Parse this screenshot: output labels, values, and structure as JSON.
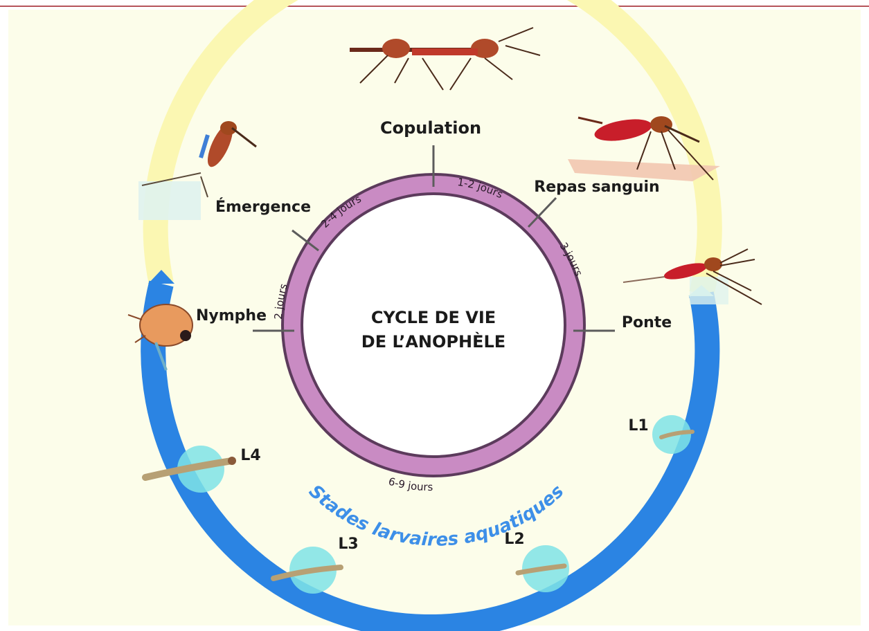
{
  "diagram": {
    "title_line1": "CYCLE DE VIE",
    "title_line2": "DE L’ANOPHÈLE",
    "stages": {
      "copulation": "Copulation",
      "repas_sanguin": "Repas sanguin",
      "ponte": "Ponte",
      "emergence": "Émergence",
      "nymphe": "Nymphe",
      "l1": "L1",
      "l2": "L2",
      "l3": "L3",
      "l4": "L4"
    },
    "durations": {
      "emergence_copulation": "2-4 jours",
      "copulation_repas": "1-2 jours",
      "repas_ponte": "3 jours",
      "ponte_nymphe": "6-9 jours",
      "nymphe_emergence": "2 jours"
    },
    "aquatic_label": "Stades larvaires aquatiques",
    "colors": {
      "background": "#fcfdea",
      "inner_ring": "#c98bc3",
      "aquatic_ring": "#2b84e3",
      "adult_ring": "#fbf7b2",
      "highlight": "#7fe3e6",
      "aquatic_text": "#3d8fe8",
      "top_rule": "#b6545a"
    },
    "icons": [
      "mosquito-icon",
      "larva-icon",
      "pupa-icon"
    ]
  }
}
